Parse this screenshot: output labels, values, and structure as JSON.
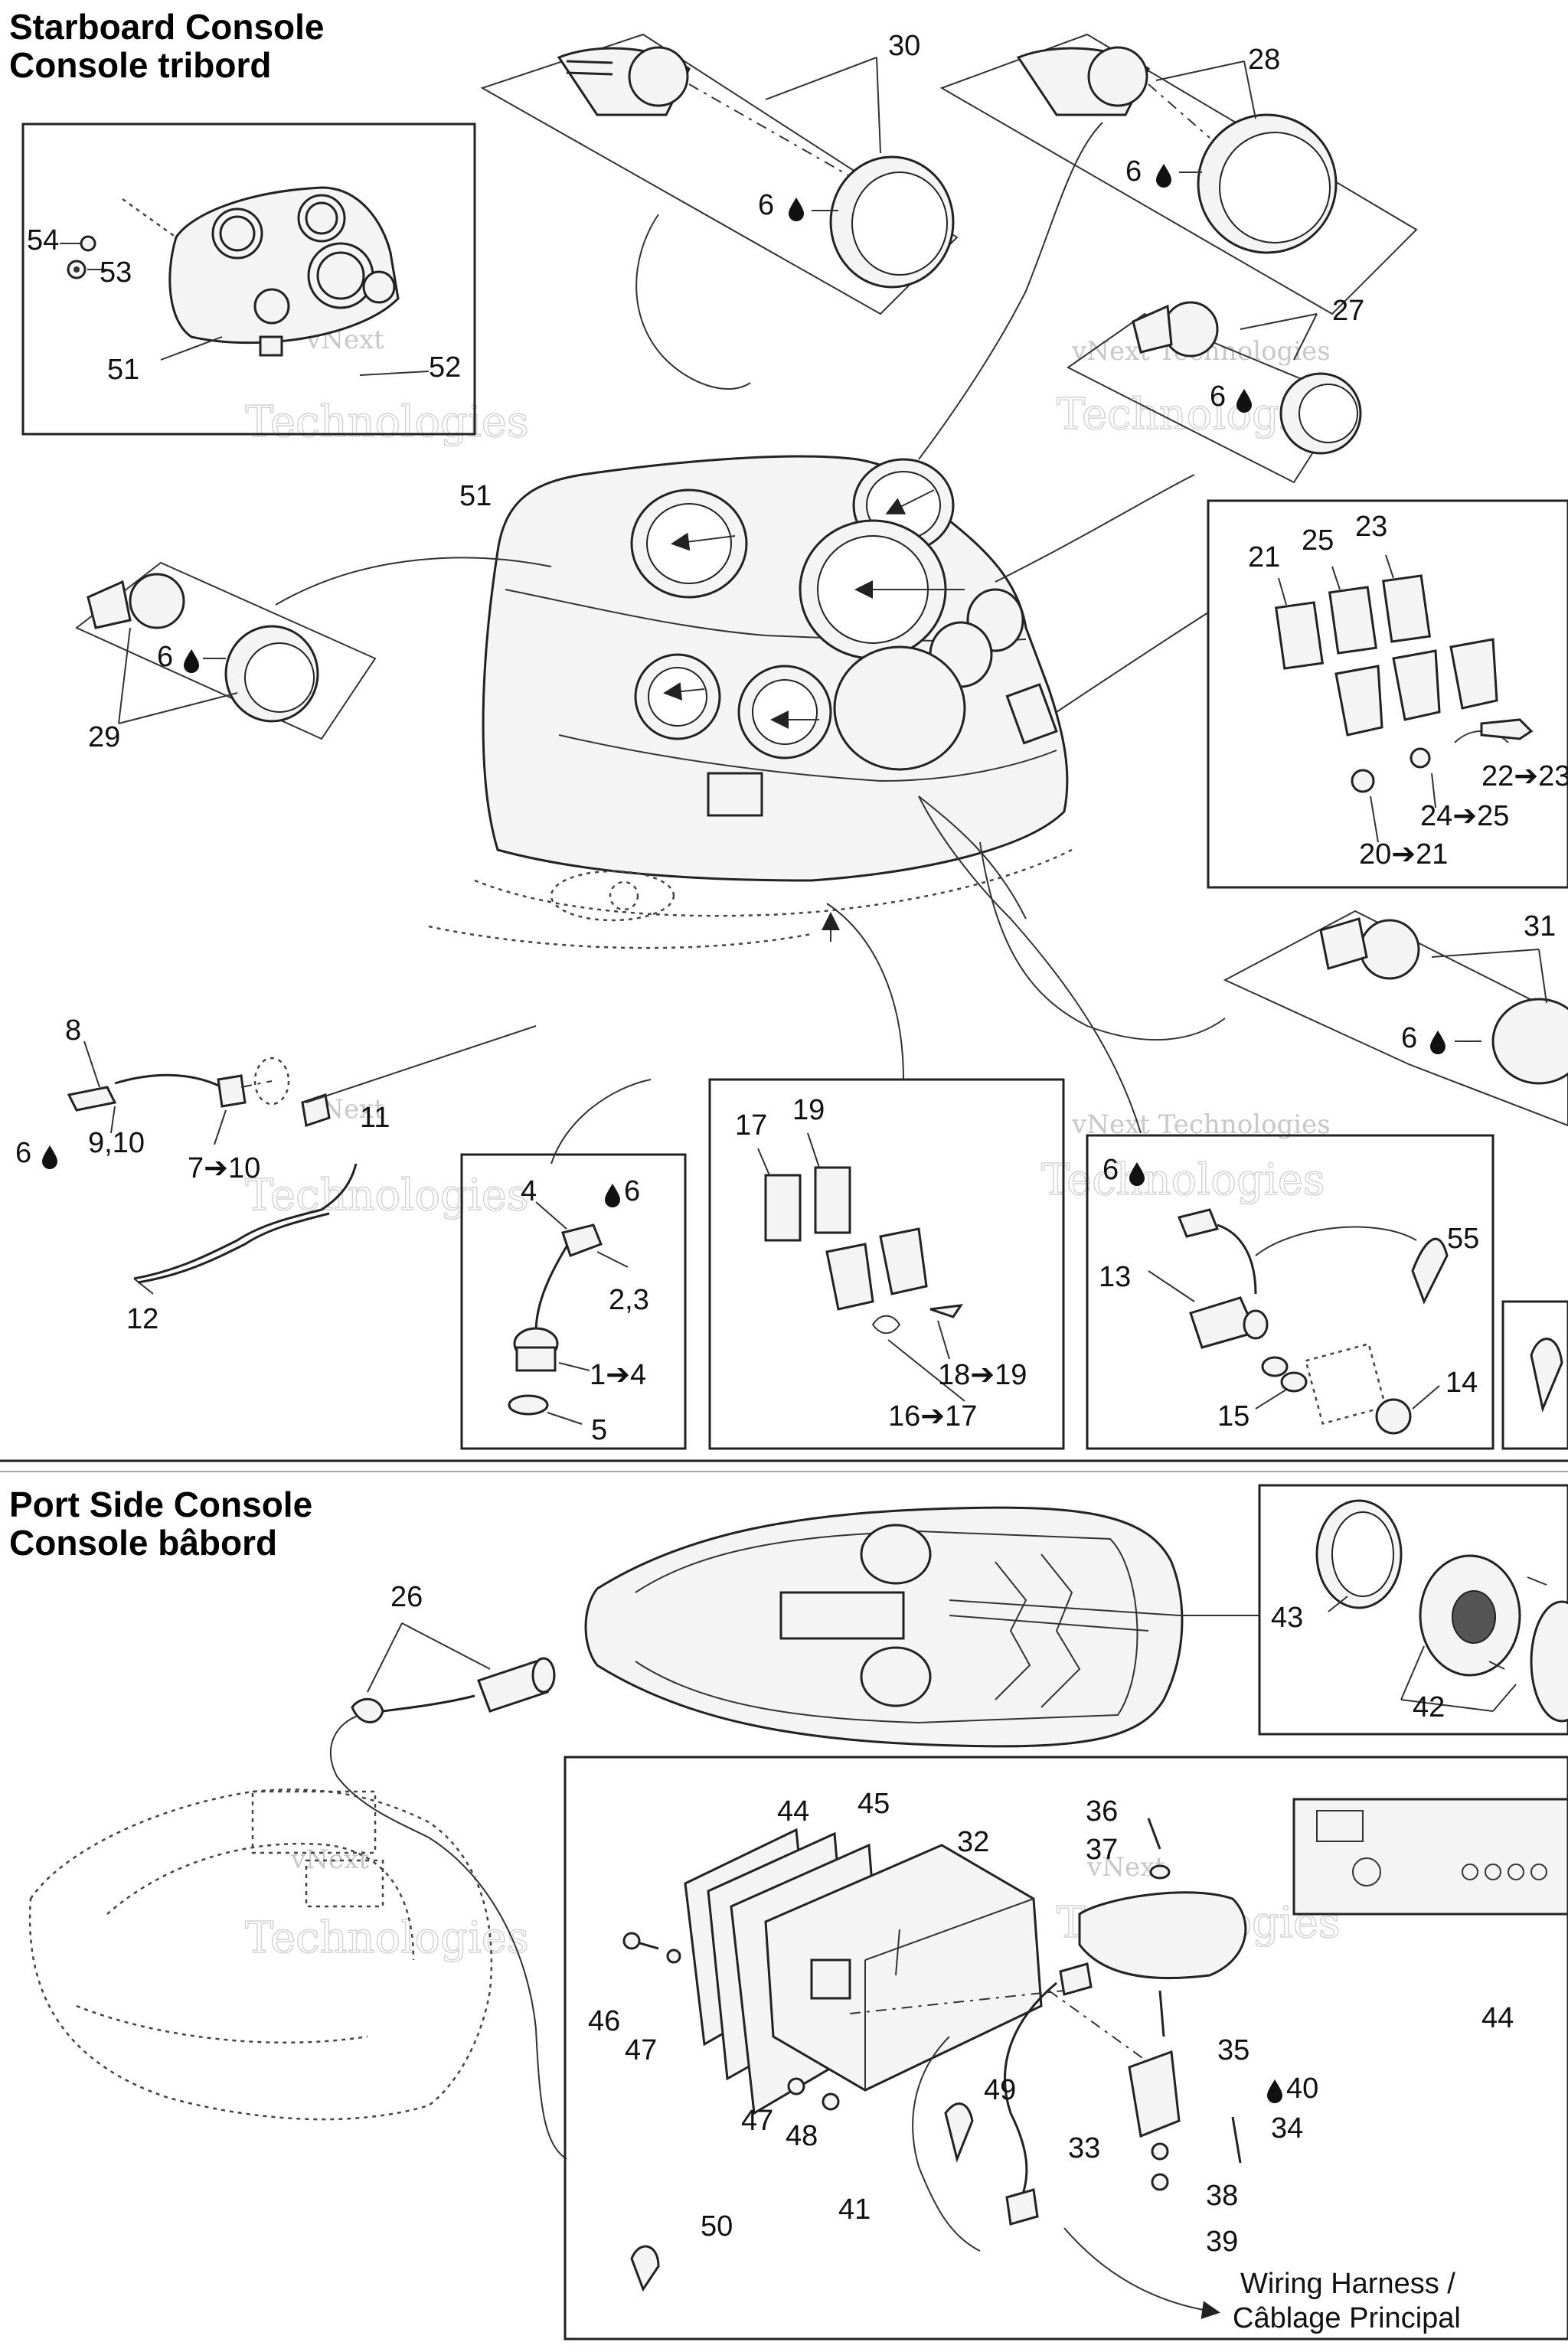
{
  "section_starboard": {
    "title_en": "Starboard Console",
    "title_fr": "Console tribord"
  },
  "section_port": {
    "title_en": "Port Side Console",
    "title_fr": "Console bâbord"
  },
  "watermark": {
    "line1": "vNext",
    "line2": "Technologies",
    "combined": "vNext Technologies"
  },
  "wiring_harness": {
    "line1": "Wiring Harness /",
    "line2": "Câblage Principal"
  },
  "symbols": {
    "drop_icon": "drop-icon",
    "arrow_icon": "right-arrow-icon"
  },
  "callouts": {
    "c30": "30",
    "c28": "28",
    "c27": "27",
    "c29": "29",
    "c31": "31",
    "c6a": "6",
    "c6b": "6",
    "c6c": "6",
    "c6d": "6",
    "c6e": "6",
    "c6f": "6",
    "c6g": "6",
    "c6h": "6",
    "c54": "54",
    "c53": "53",
    "c51a": "51",
    "c52": "52",
    "c51b": "51",
    "c21": "21",
    "c25": "25",
    "c23": "23",
    "c22_23": "22➔23",
    "c24_25": "24➔25",
    "c20_21": "20➔21",
    "c8": "8",
    "c9_10": "9,10",
    "c7_10": "7➔10",
    "c11": "11",
    "c12": "12",
    "c4": "4",
    "c2_3": "2,3",
    "c1_4": "1➔4",
    "c5": "5",
    "c17": "17",
    "c19": "19",
    "c18_19": "18➔19",
    "c16_17": "16➔17",
    "c13": "13",
    "c55": "55",
    "c15": "15",
    "c14": "14",
    "c26": "26",
    "c43": "43",
    "c42": "42",
    "c44a": "44",
    "c45": "45",
    "c32": "32",
    "c36": "36",
    "c37": "37",
    "c44b": "44",
    "c46": "46",
    "c47a": "47",
    "c47b": "47",
    "c48": "48",
    "c49": "49",
    "c35": "35",
    "c40": "40",
    "c34": "34",
    "c33": "33",
    "c38": "38",
    "c41": "41",
    "c39": "39",
    "c50": "50"
  }
}
